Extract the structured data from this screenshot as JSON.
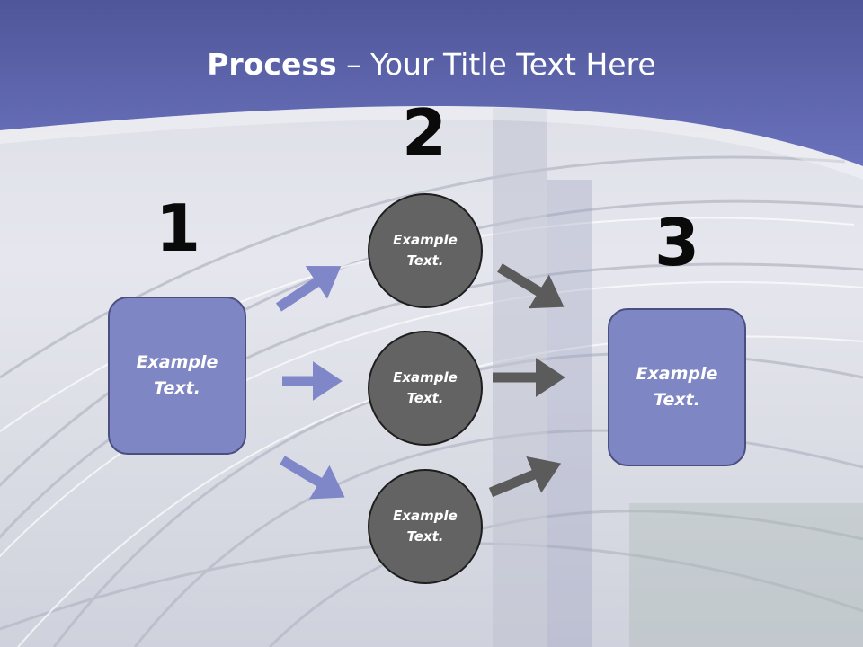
{
  "title": {
    "bold": "Process",
    "rest": " – Your Title Text Here"
  },
  "steps": {
    "one": "1",
    "two": "2",
    "three": "3"
  },
  "left_box": "Example\nText.",
  "circles": [
    "Example\nText.",
    "Example\nText.",
    "Example\nText."
  ],
  "right_box": "Example\nText.",
  "colors": {
    "header": "#6068b4",
    "box": "#7f86c4",
    "circle": "#636363",
    "arrow_blue": "#8087c9",
    "arrow_dark": "#5b5b5b"
  }
}
